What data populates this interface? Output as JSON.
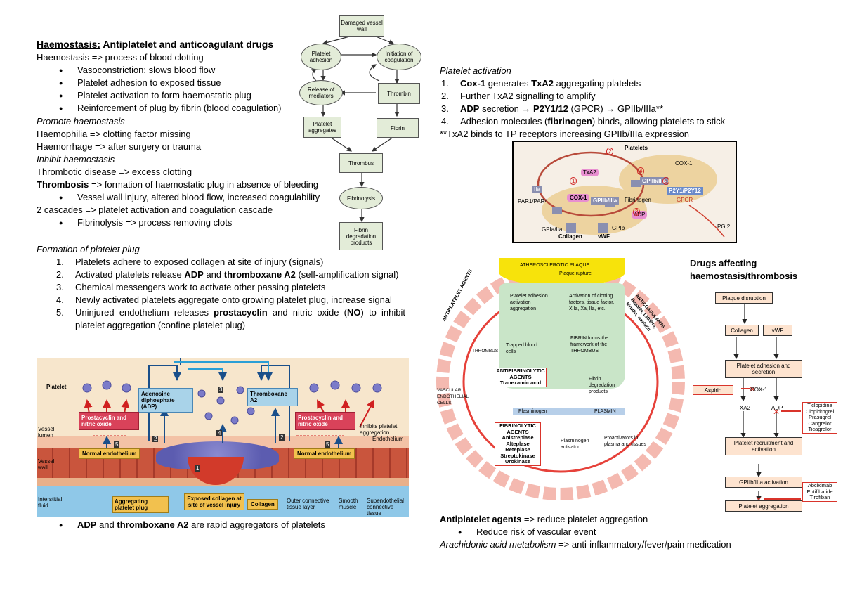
{
  "left": {
    "title_underlined": "Haemostasis:",
    "title_rest": " Antiplatelet and anticoagulant drugs",
    "def": "Haemostasis => process of blood clotting",
    "steps": [
      "Vasoconstriction: slows blood flow",
      "Platelet adhesion to exposed tissue",
      "Platelet activation to form haemostatic plug",
      "Reinforcement of plug by fibrin (blood coagulation)"
    ],
    "promote_heading": "Promote haemostasis",
    "haemophilia": "Haemophilia => clotting factor missing",
    "haemorrhage": "Haemorrhage => after surgery or trauma",
    "inhibit_heading": "Inhibit haemostasis",
    "thrombotic": "Thrombotic disease => excess clotting",
    "thrombosis_bold": "Thrombosis",
    "thrombosis_rest": " => formation of haemostatic plug in absence of bleeding",
    "thrombosis_bullet": "Vessel wall injury, altered blood flow, increased coagulability",
    "cascades": "2 cascades => platelet activation and coagulation cascade",
    "fibrinolysis_bullet": "Fibrinolysis => process removing clots",
    "formation_heading": "Formation of platelet plug",
    "formation": [
      {
        "n": "1.",
        "a": "Platelets adhere to exposed collagen at site of injury (signals)",
        "b1": "",
        "c": "",
        "b2": "",
        "d": ""
      },
      {
        "n": "2.",
        "a": "Activated platelets release ",
        "b1": "ADP",
        "c": " and ",
        "b2": "thromboxane A2",
        "d": " (self-amplification signal)"
      },
      {
        "n": "3.",
        "a": "Chemical messengers work to activate other passing platelets",
        "b1": "",
        "c": "",
        "b2": "",
        "d": ""
      },
      {
        "n": "4.",
        "a": "Newly activated platelets aggregate onto growing platelet plug, increase signal",
        "b1": "",
        "c": "",
        "b2": "",
        "d": ""
      },
      {
        "n": "5.",
        "a": "Uninjured endothelium releases ",
        "b1": "prostacyclin",
        "c": " and nitric oxide (",
        "b2": "NO",
        "d": ") to inhibit platelet aggregation (confine platelet plug)"
      }
    ],
    "bottom_bullet_b1": "ADP",
    "bottom_bullet_c": " and ",
    "bottom_bullet_b2": "thromboxane A2",
    "bottom_bullet_d": " are rapid aggregators of platelets"
  },
  "flowchart": {
    "damaged": "Damaged vessel wall",
    "adhesion": "Platelet adhesion",
    "initiation": "Initiation of coagulation",
    "release": "Release of mediators",
    "thrombin": "Thrombin",
    "aggregates": "Platelet aggregates",
    "fibrin": "Fibrin",
    "thrombus": "Thrombus",
    "fibrinolysis": "Fibrinolysis",
    "products": "Fibrin degradation products"
  },
  "plug_diagram": {
    "platelet": "Platelet",
    "adp": "Adenosine diphosphate (ADP)",
    "txa": "Thromboxane A2",
    "pc_left": "Prostacyclin and nitric oxide",
    "pc_right": "Prostacyclin and nitric oxide",
    "inhibits": "Inhibits platelet aggregation",
    "vessel_lumen": "Vessel lumen",
    "vessel_wall": "Vessel wall",
    "endothelium": "Endothelium",
    "normal_left": "Normal endothelium",
    "normal_right": "Normal endothelium",
    "interstitial": "Interstitial fluid",
    "aggregating": "Aggregating platelet plug",
    "exposed": "Exposed collagen at site of vessel injury",
    "collagen": "Collagen",
    "outer": "Outer connective tissue layer",
    "smooth": "Smooth muscle",
    "subend": "Subendothelial connective tissue",
    "nums": [
      "1",
      "2",
      "3",
      "4",
      "5",
      "5",
      "2"
    ]
  },
  "right": {
    "activation_heading": "Platelet activation",
    "act": [
      {
        "n": "1.",
        "b": "Cox-1",
        "a": " generates ",
        "b2": "TxA2",
        "c": " aggregating platelets"
      },
      {
        "n": "2.",
        "b": "",
        "a": "Further TxA2 signalling to amplify",
        "b2": "",
        "c": ""
      },
      {
        "n": "3.",
        "b": "ADP",
        "a": " secretion → ",
        "b2": "P2Y1/12",
        "c": " (GPCR) → GPIIb/IIIa**"
      },
      {
        "n": "4.",
        "b": "",
        "a": "Adhesion molecules (",
        "b2": "fibrinogen",
        "c": ") binds, allowing platelets to stick"
      }
    ],
    "note": "**TxA2 binds to TP receptors increasing GPIIb/IIIa expression",
    "drugs_heading_1": "Drugs affecting",
    "drugs_heading_2": "haemostasis/thrombosis",
    "antiplatelet_b": "Antiplatelet agents",
    "antiplatelet_rest": " => reduce platelet aggregation",
    "antiplatelet_bullet": "Reduce risk of vascular event",
    "arachidonic_it": "Arachidonic acid metabolism",
    "arachidonic_rest": " => anti-inflammatory/fever/pain medication"
  },
  "activation_diagram": {
    "platelets": "Platelets",
    "cox1_top": "COX-1",
    "cox1_mid": "COX-1",
    "txa": "TxA2",
    "iia": "IIa",
    "par": "PAR1/PAR4",
    "fibrinogen": "Fibrinogen",
    "gp2b3a_a": "GPIIb/IIIa",
    "gp2b3a_b": "GPIIb/IIIa",
    "p2y": "P2Y1/P2Y12",
    "gpcr": "GPCR",
    "adp": "ADP",
    "gp6": "GPIa/IIa",
    "collagen": "Collagen",
    "vwf": "vWF",
    "gp1b": "GPIb",
    "pgi2": "PGI2",
    "n": [
      "1",
      "2",
      "3",
      "4",
      "5"
    ]
  },
  "atherosclerotic": {
    "plaque": "ATHEROSCLEROTIC PLAQUE",
    "rupture": "Plaque rupture",
    "platelet_adhesion": "Platelet adhesion activation aggregation",
    "activation_clotting": "Activation of clotting factors, tissue factor, XIIa, Xa, IIa, etc.",
    "trapped": "Trapped blood cells",
    "fibrin_forms": "FIBRIN forms the framework of the THROMBUS",
    "thrombus": "THROMBUS",
    "antiplatelet": "ANTIPLATELET AGENTS",
    "anticoag": "ANTICOAGULANTS Heparin, LMWHs, hirudin, warfarin",
    "vascular": "VASCULAR ENDOTHELIAL CELLS",
    "antifib": "ANTIFIBRINOLYTIC AGENTS Tranexamic acid",
    "fibrinolytic": "FIBRINOLYTIC AGENTS Anistreplase Alteplase Reteplase Streptokinase Urokinase",
    "degradation": "Fibrin degradation products",
    "plasminogen": "Plasminogen",
    "plasmin": "PLASMIN",
    "activator": "Plasminogen activator",
    "proactivators": "Proactivators in plasma and tissues"
  },
  "drug_flow": {
    "plaque": "Plaque disruption",
    "collagen": "Collagen",
    "vwf": "vWF",
    "adhesion": "Platelet adhesion and secretion",
    "aspirin": "Aspirin",
    "cox1": "COX-1",
    "txa": "TXA2",
    "adp": "ADP",
    "p2y": "Ticlopidine Clopidrogrel Prasugrel Cangrelor Ticagrelor",
    "recruit": "Platelet recruitment and activation",
    "gp": "GPIIb/IIIa activation",
    "gpdrugs": "Abciximab Eptifibatide Tirofiban",
    "agg": "Platelet aggregation"
  }
}
